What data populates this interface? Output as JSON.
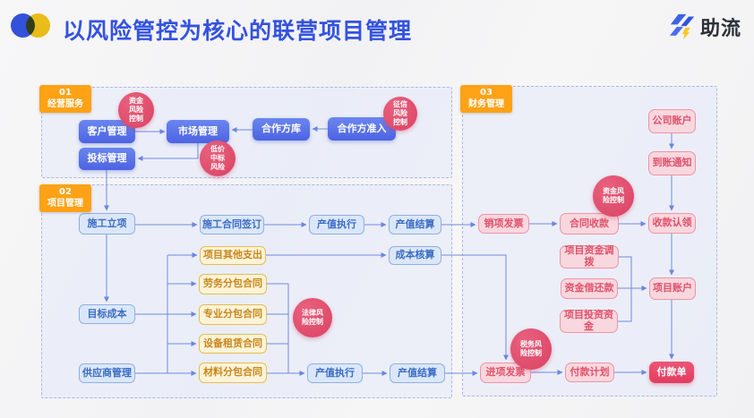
{
  "header": {
    "title": "以风险管控为核心的联营项目管理",
    "brand": "助流"
  },
  "sections": {
    "s1": {
      "num": "01",
      "name": "经营服务"
    },
    "s2": {
      "num": "02",
      "name": "项目管理"
    },
    "s3": {
      "num": "03",
      "name": "财务管理"
    }
  },
  "nodes": {
    "kehu": "客户管理",
    "shichang": "市场管理",
    "toubiao": "投标管理",
    "hezuoku": "合作方库",
    "hezuoru": "合作方准入",
    "shigonglx": "施工立项",
    "shigonght": "施工合同签订",
    "czzx1": "产值执行",
    "czjs1": "产值结算",
    "qtzc": "项目其他支出",
    "cbhs": "成本核算",
    "laowu": "劳务分包合同",
    "mbcb": "目标成本",
    "zhuanye": "专业分包合同",
    "shebei": "设备租赁合同",
    "gys": "供应商管理",
    "cailiao": "材料分包合同",
    "czzx2": "产值执行",
    "czjs2": "产值结算",
    "gszh": "公司账户",
    "dztz": "到账通知",
    "xxfp": "销项发票",
    "htsk": "合同收款",
    "skrl": "收款认领",
    "xmzjdb": "项目资金调拨",
    "zjjhk": "资金借还款",
    "xmzh": "项目账户",
    "xmtzzj": "项目投资资金",
    "jxfp": "进项发票",
    "fkjh": "付款计划",
    "fkd": "付款单"
  },
  "risks": {
    "zijin1": "资金\n风险\n控制",
    "dijia": "低价\n中标\n风险",
    "zhengxin": "征信\n风险\n控制",
    "falv": "法律风\n险控制",
    "zijin2": "资金风\n险控制",
    "shuiwu": "税务风\n险控制"
  },
  "colors": {
    "title_blue": "#3352e1",
    "badge_orange": "#ffa216",
    "node_solid_blue": "#5670e8",
    "light_blue_border": "#8fb0e2",
    "yellow_border": "#e6bd55",
    "pink_border": "#ef93a5",
    "risk_red": "#dd4f6e",
    "payment_red": "#e74e68",
    "arrow_blue": "#7289e0",
    "brand_yellow": "#f2c319"
  }
}
